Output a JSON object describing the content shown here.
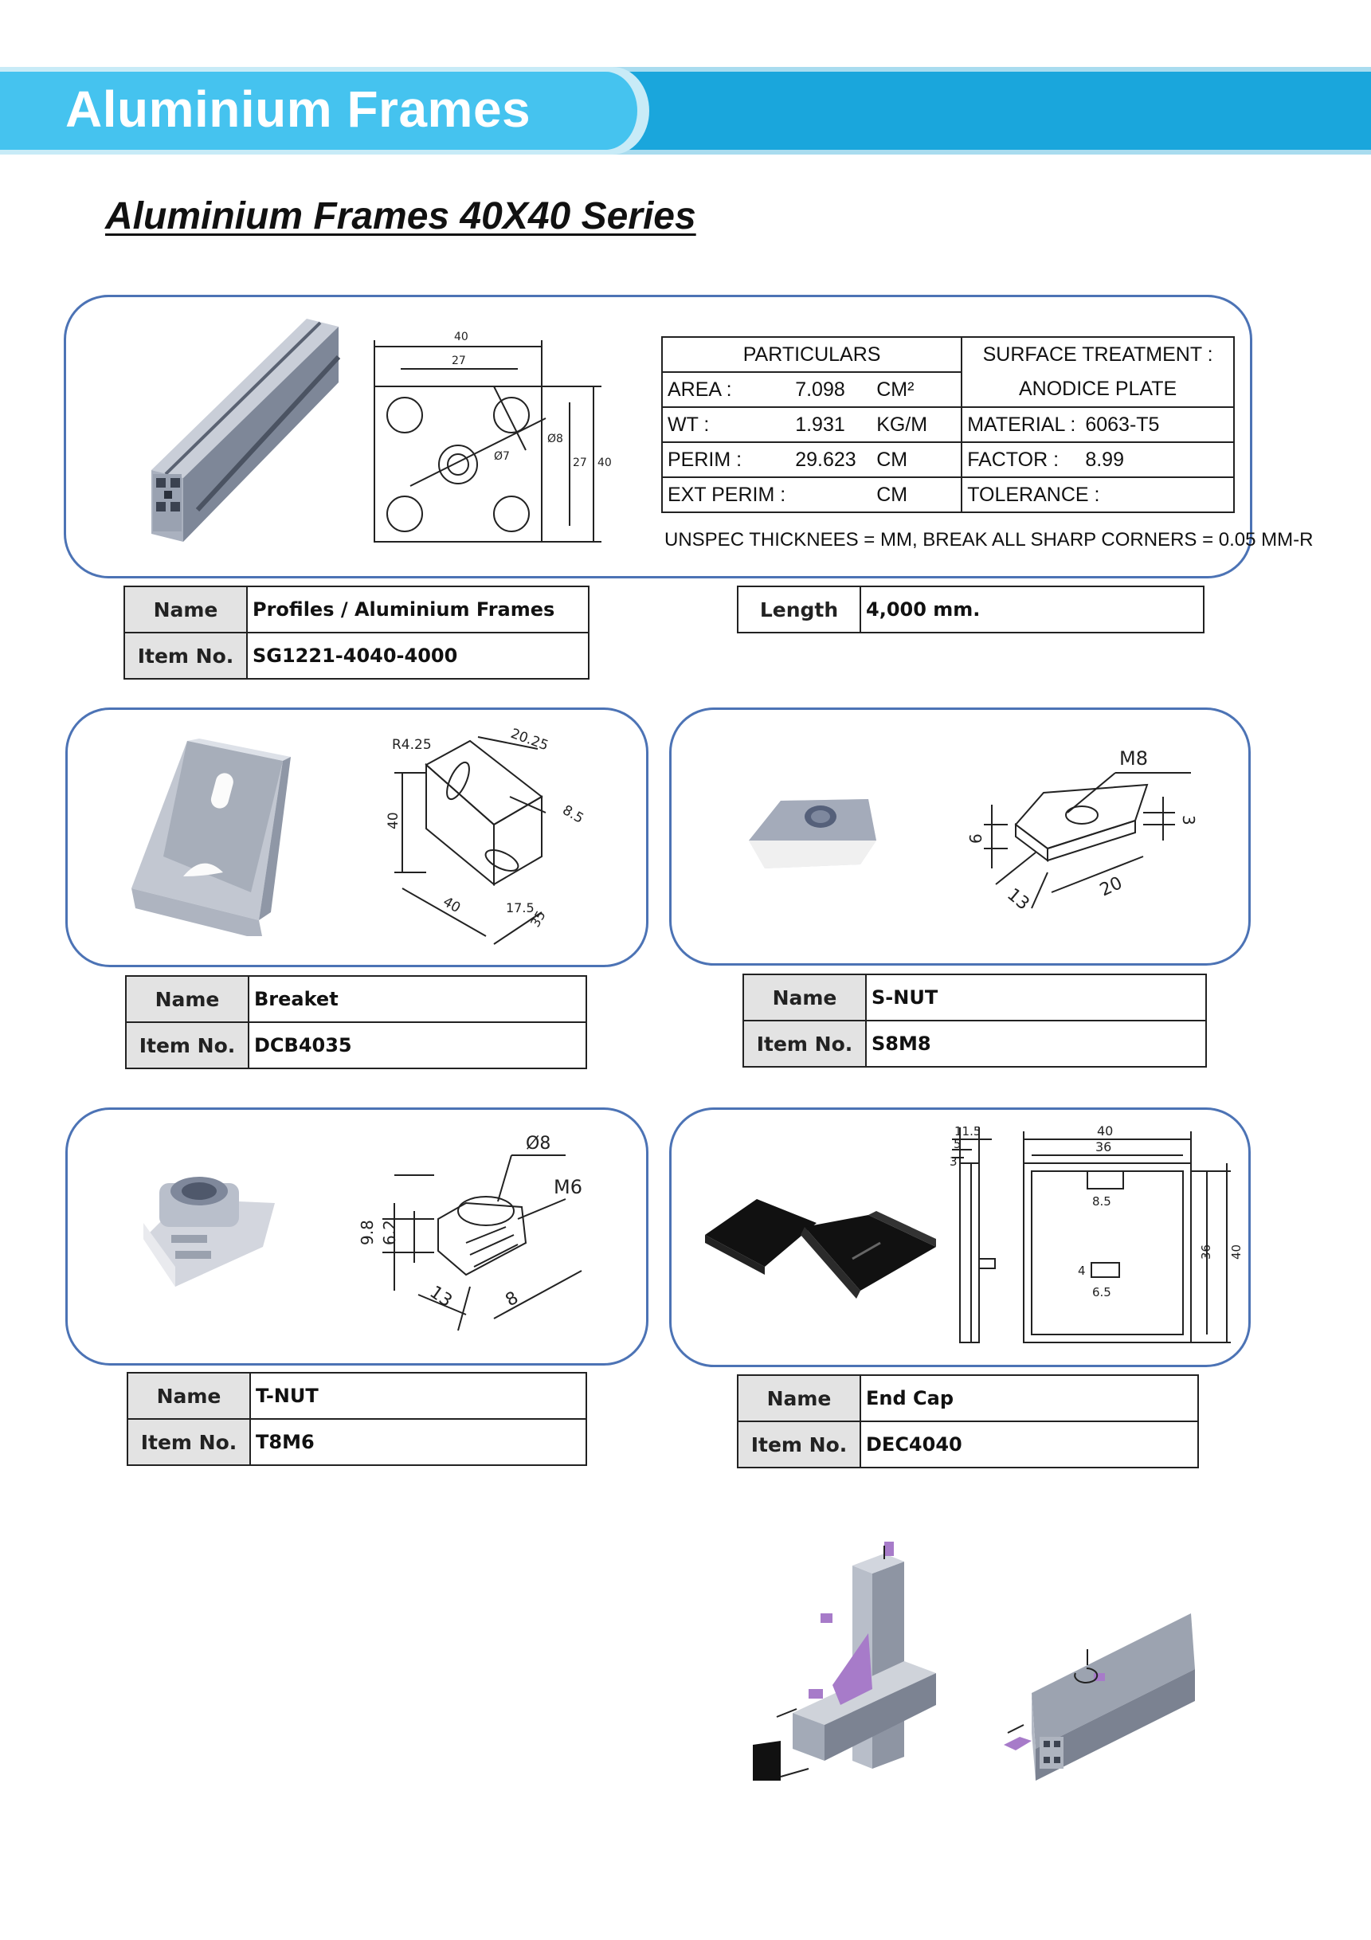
{
  "header": {
    "title": "Aluminium Frames"
  },
  "series_title": "Aluminium  Frames  40X40 Series",
  "profile_drawing": {
    "dims": {
      "outer": "40",
      "inner": "27",
      "hole_big": "Ø8",
      "hole_center": "Ø7",
      "side_outer": "40",
      "side_inner": "27"
    }
  },
  "particulars": {
    "header_left": "PARTICULARS",
    "header_right_1": "SURFACE TREATMENT :",
    "header_right_2": "ANODICE PLATE",
    "rows": [
      {
        "label": "AREA :",
        "value": "7.098",
        "unit": "CM²"
      },
      {
        "label": "WT :",
        "value": "1.931",
        "unit": "KG/M"
      },
      {
        "label": "PERIM :",
        "value": "29.623",
        "unit": "CM"
      },
      {
        "label": "EXT PERIM :",
        "value": "",
        "unit": "CM"
      }
    ],
    "material_label": "MATERIAL :",
    "material_value": "6063-T5",
    "factor_label": "FACTOR :",
    "factor_value": "8.99",
    "tolerance_label": "TOLERANCE :",
    "note": "UNSPEC THICKNEES = MM, BREAK ALL SHARP CORNERS = 0.05 MM-R"
  },
  "labels": {
    "name": "Name",
    "item_no": "Item No.",
    "length": "Length"
  },
  "products": {
    "profile": {
      "name": "Profiles / Aluminium Frames",
      "item_no": "SG1221-4040-4000",
      "length": "4,000 mm."
    },
    "bracket": {
      "name": "Breaket",
      "item_no": "DCB4035",
      "dims": {
        "r": "R4.25",
        "a": "20.25",
        "b": "8.5",
        "h": "40",
        "w": "40",
        "c": "17.5",
        "d": "35"
      }
    },
    "snut": {
      "name": "S-NUT",
      "item_no": "S8M8",
      "dims": {
        "thread": "M8",
        "h": "6",
        "t": "3",
        "w": "13",
        "l": "20"
      }
    },
    "tnut": {
      "name": "T-NUT",
      "item_no": "T8M6",
      "dims": {
        "dia": "Ø8",
        "thread": "M6",
        "h1": "9.8",
        "h2": "6.2",
        "w": "13",
        "l": "8"
      }
    },
    "endcap": {
      "name": "End Cap",
      "item_no": "DEC4040",
      "dims": {
        "d1": "11.5",
        "d2": "5",
        "d3": "3",
        "w": "40",
        "w2": "36",
        "s1": "8.5",
        "s2": "4",
        "s3": "6.5",
        "h2": "36",
        "h": "40"
      }
    }
  },
  "colors": {
    "band": "#1aa6dc",
    "band_tab": "#45c3ef",
    "panel_border": "#4c73b5",
    "table_header": "#e3e3e3",
    "accent_purple": "#a77bc9"
  }
}
